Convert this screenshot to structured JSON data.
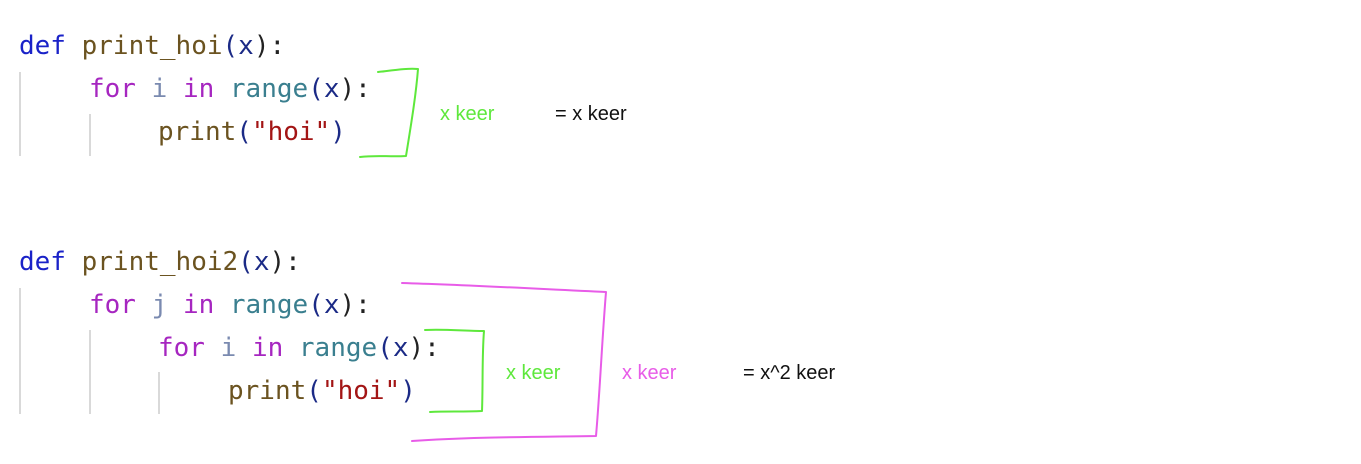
{
  "block1": {
    "def_kw": "def",
    "name": "print_hoi",
    "open": "(",
    "param": "x",
    "close_colon": "):",
    "for_kw": "for",
    "loop_var": "i",
    "in_kw": "in",
    "range_fn": "range",
    "range_open": "(",
    "range_arg": "x",
    "range_close_colon": "):",
    "print_fn": "print",
    "print_open": "(",
    "print_str": "\"hoi\"",
    "print_close": ")"
  },
  "block2": {
    "def_kw": "def",
    "name": "print_hoi2",
    "open": "(",
    "param": "x",
    "close_colon": "):",
    "outer_for_kw": "for",
    "outer_var": "j",
    "outer_in_kw": "in",
    "outer_range_fn": "range",
    "outer_open": "(",
    "outer_arg": "x",
    "outer_close_colon": "):",
    "inner_for_kw": "for",
    "inner_var": "i",
    "inner_in_kw": "in",
    "inner_range_fn": "range",
    "inner_open": "(",
    "inner_arg": "x",
    "inner_close_colon": "):",
    "print_fn": "print",
    "print_open": "(",
    "print_str": "\"hoi\"",
    "print_close": ")"
  },
  "annotations": {
    "block1_loop": "x keer",
    "block1_total": "= x keer",
    "block2_inner": "x keer",
    "block2_outer": "x keer",
    "block2_total": "= x^2 keer"
  },
  "colors": {
    "green": "#5ee83c",
    "pink": "#e85ce8",
    "keyword_def": "#1a22c8",
    "keyword_control": "#a626c0",
    "function": "#6b5320",
    "string": "#a31515"
  }
}
